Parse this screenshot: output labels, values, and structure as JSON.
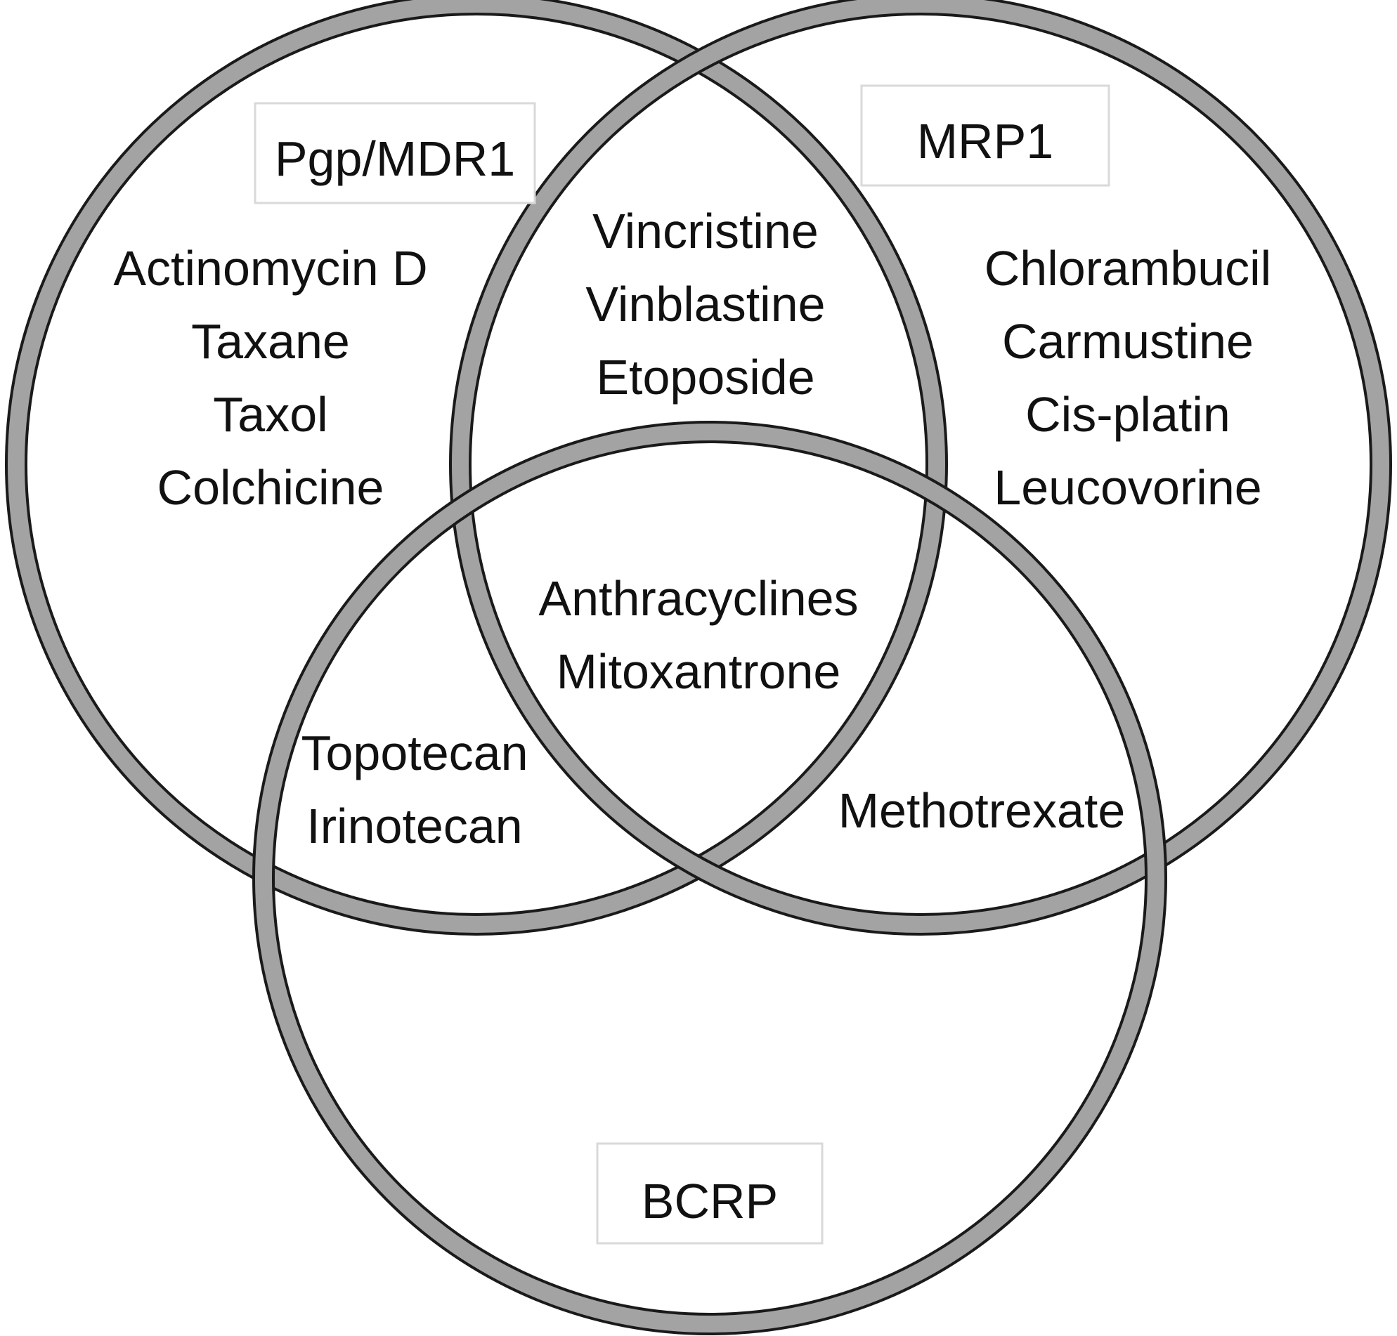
{
  "sets": {
    "pgp": {
      "label": "Pgp/MDR1"
    },
    "mrp1": {
      "label": "MRP1"
    },
    "bcrp": {
      "label": "BCRP"
    }
  },
  "regions": {
    "pgp_only": [
      "Actinomycin D",
      "Taxane",
      "Taxol",
      "Colchicine"
    ],
    "mrp1_only": [
      "Chlorambucil",
      "Carmustine",
      "Cis-platin",
      "Leucovorine"
    ],
    "pgp_mrp1": [
      "Vincristine",
      "Vinblastine",
      "Etoposide"
    ],
    "all_three": [
      "Anthracyclines",
      "Mitoxantrone"
    ],
    "pgp_bcrp": [
      "Topotecan",
      "Irinotecan"
    ],
    "mrp1_bcrp": [
      "Methotrexate"
    ]
  },
  "colors": {
    "ring_outline": "#1a1a1a",
    "ring_fill": "#a3a3a3",
    "text": "#111111",
    "label_box_border": "#d9d9d9"
  }
}
